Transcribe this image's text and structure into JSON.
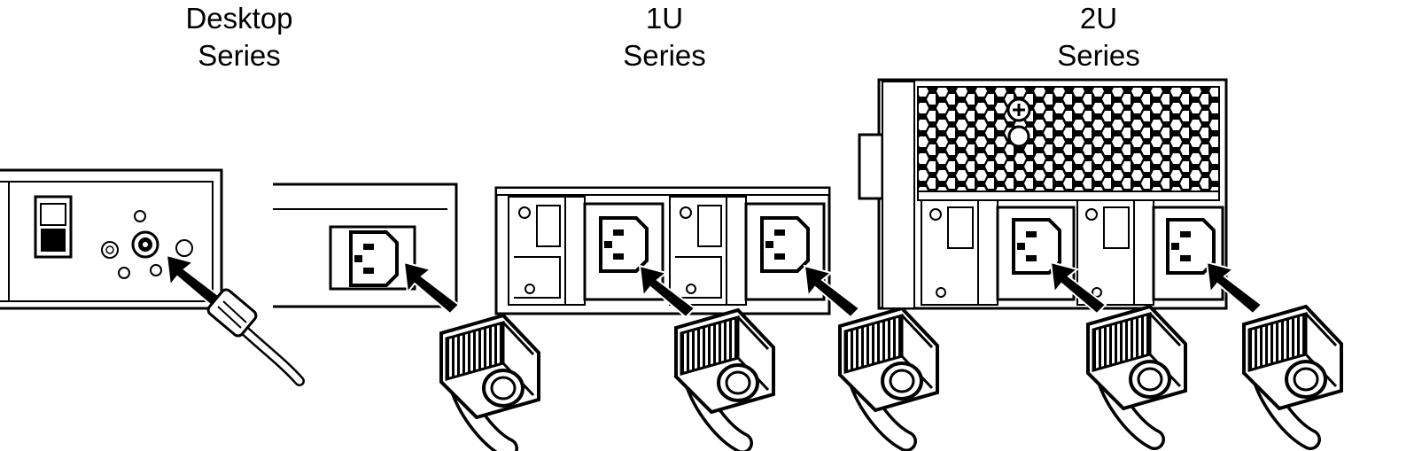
{
  "titles": {
    "desktop": {
      "line1": "Desktop",
      "line2": "Series"
    },
    "oneu": {
      "line1": "1U",
      "line2": "Series"
    },
    "twou": {
      "line1": "2U",
      "line2": "Series"
    }
  },
  "colors": {
    "stroke": "#000000",
    "background": "#ffffff",
    "hex_mesh": "#000000"
  },
  "icons": {
    "desktop_connector": "dc-barrel-jack-icon",
    "power_socket": "iec-c14-inlet-icon",
    "plug": "iec-c13-plug-icon",
    "insert_arrow": "insert-arrow-icon"
  }
}
